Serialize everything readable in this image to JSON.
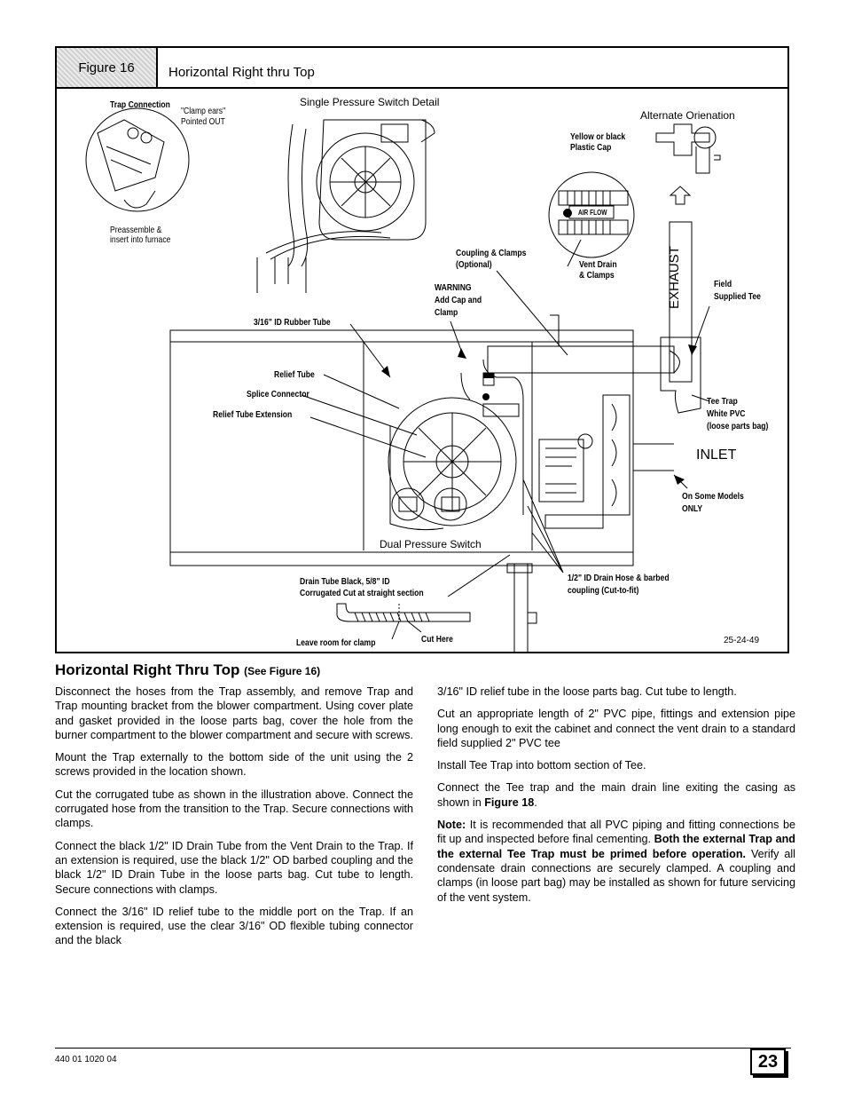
{
  "figure": {
    "tab_label": "Figure 16",
    "title": "Horizontal Right thru Top",
    "labels": {
      "trap_connection": "Trap Connection",
      "clamp_ears_1": "\"Clamp ears\"",
      "clamp_ears_2": "Pointed OUT",
      "preassemble_1": "Preassemble &",
      "preassemble_2": "insert into furnace",
      "single_pressure": "Single Pressure Switch  Detail",
      "alternate_orientation": "Alternate Orienation",
      "yellow_cap_1": "Yellow or black",
      "yellow_cap_2": "Plastic  Cap",
      "air_flow": "AIR FLOW",
      "coupling_clamps_1": "Coupling & Clamps",
      "coupling_clamps_2": "(Optional)",
      "vent_drain_1": "Vent Drain",
      "vent_drain_2": "& Clamps",
      "warning_1": "WARNING",
      "warning_2": "Add Cap and",
      "warning_3": "Clamp",
      "exhaust": "EXHAUST",
      "field_1": "Field",
      "field_2": "Supplied Tee",
      "rubber_tube": "3/16\" ID Rubber Tube",
      "relief_tube": "Relief Tube",
      "splice_connector": "Splice Connector",
      "relief_tube_extension": "Relief Tube Extension",
      "tee_trap_1": "Tee Trap",
      "tee_trap_2": "White PVC",
      "tee_trap_3": "(loose parts bag)",
      "inlet": "INLET",
      "some_models_1": "On Some Models",
      "some_models_2": "ONLY",
      "dual_pressure_switch": "Dual Pressure Switch",
      "drain_tube_1": "Drain Tube Black, 5/8\" ID",
      "drain_tube_2": "Corrugated Cut at straight section",
      "drain_hose_1": "1/2\" ID Drain Hose & barbed",
      "drain_hose_2": "coupling (Cut-to-fit)",
      "leave_room": "Leave room for clamp",
      "cut_here": "Cut Here",
      "figure_code": "25-24-49"
    }
  },
  "section": {
    "title": "Horizontal Right Thru Top",
    "ref": "(See Figure 16)"
  },
  "text": {
    "p1": "Disconnect the hoses from the Trap assembly, and remove Trap and Trap mounting bracket from the blower compartment. Using cover plate and gasket provided in the loose parts bag, cover the hole from the burner compartment to the blower compartment and secure with screws.",
    "p2": "Mount the Trap externally to the bottom side of the unit using the 2 screws provided in the location shown.",
    "p3": "Cut the corrugated tube as shown in the illustration above. Connect the corrugated hose from the transition to the Trap. Secure connections with clamps.",
    "p4a": "Connect the black ",
    "p4b": " ID Drain Tube from the Vent Drain to the Trap. If an extension is required, use the black ",
    "p4c": " OD barbed coupling and the black ",
    "p4d": " ID Drain Tube in the loose parts bag. Cut tube to length. Secure connections with clamps.",
    "p5a": "Connect the ",
    "p5b": " ID relief tube to the middle port on the Trap. If an extension is required, use the clear ",
    "p5c": " OD flexible tubing connector and the black ",
    "p5d": " ID relief tube in the loose parts bag. Cut tube to length.",
    "p6": "Cut an appropriate length of 2\" PVC pipe, fittings and extension pipe long enough to exit the cabinet and connect the vent drain to a standard field supplied 2\" PVC tee",
    "p7": "Install Tee Trap into bottom section of Tee.",
    "p8a": "Connect the Tee trap and the main drain line exiting the casing as shown in ",
    "p8b": "Figure 18",
    "p8c": ".",
    "p9a": "Note:",
    "p9b": " It is recommended that all PVC piping and fitting connections be fit up and inspected before final cementing. ",
    "p9c": "Both the external Trap and the external Tee Trap must be primed before operation.",
    "p9d": " Verify all condensate drain connections are securely clamped. A coupling and clamps (in loose part bag) may be installed as shown for future servicing of the vent system.",
    "half": "1/2\"",
    "three_sixteenths": "3/16\""
  },
  "footer": {
    "doc_number": "440 01 1020 04",
    "page_number": "23"
  }
}
